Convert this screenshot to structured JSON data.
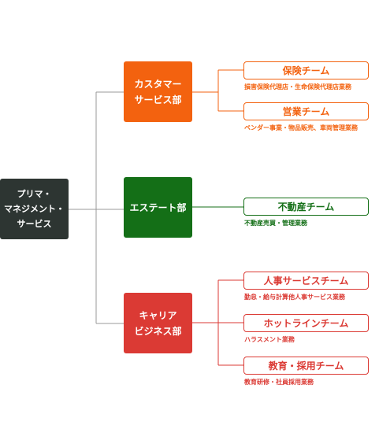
{
  "root": {
    "label": "プリマ・\nマネジメント・\nサービス",
    "color": "#2d3532"
  },
  "departments": [
    {
      "label": "カスタマー\nサービス部",
      "color": "#f3620f",
      "teams": [
        {
          "name": "保険チーム",
          "desc": "損害保険代理店・生命保険代理店業務"
        },
        {
          "name": "営業チーム",
          "desc": "ベンダー事業・物品販売、車両管理業務"
        }
      ]
    },
    {
      "label": "エステート部",
      "color": "#146f17",
      "teams": [
        {
          "name": "不動産チーム",
          "desc": "不動産売買・管理業務"
        }
      ]
    },
    {
      "label": "キャリア\nビジネス部",
      "color": "#db3a34",
      "teams": [
        {
          "name": "人事サービスチーム",
          "desc": "勤怠・給与計算他人事サービス業務"
        },
        {
          "name": "ホットラインチーム",
          "desc": "ハラスメント業務"
        },
        {
          "name": "教育・採用チーム",
          "desc": "教育研修・社員採用業務"
        }
      ]
    }
  ]
}
